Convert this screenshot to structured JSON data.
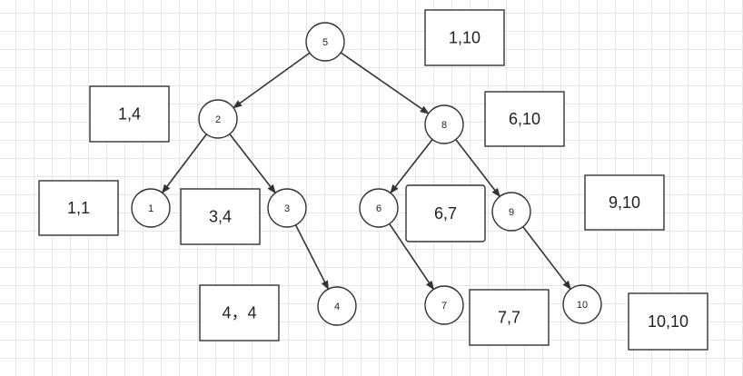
{
  "nodes": [
    {
      "id": "n5",
      "label": "5"
    },
    {
      "id": "n2",
      "label": "2"
    },
    {
      "id": "n8",
      "label": "8"
    },
    {
      "id": "n1",
      "label": "1"
    },
    {
      "id": "n3",
      "label": "3"
    },
    {
      "id": "n6",
      "label": "6"
    },
    {
      "id": "n9",
      "label": "9"
    },
    {
      "id": "n4",
      "label": "4"
    },
    {
      "id": "n7",
      "label": "7"
    },
    {
      "id": "n10",
      "label": "10"
    }
  ],
  "edges": [
    {
      "from": "n5",
      "to": "n2"
    },
    {
      "from": "n5",
      "to": "n8"
    },
    {
      "from": "n2",
      "to": "n1"
    },
    {
      "from": "n2",
      "to": "n3"
    },
    {
      "from": "n8",
      "to": "n6"
    },
    {
      "from": "n8",
      "to": "n9"
    },
    {
      "from": "n3",
      "to": "n4"
    },
    {
      "from": "n6",
      "to": "n7"
    },
    {
      "from": "n9",
      "to": "n10"
    }
  ],
  "ranges": [
    {
      "id": "r5",
      "label": "1,10"
    },
    {
      "id": "r2",
      "label": "1,4"
    },
    {
      "id": "r8",
      "label": "6,10"
    },
    {
      "id": "r1",
      "label": "1,1"
    },
    {
      "id": "r3",
      "label": "3,4"
    },
    {
      "id": "r6",
      "label": "6,7"
    },
    {
      "id": "r9",
      "label": "9,10"
    },
    {
      "id": "r4",
      "label": "4，4"
    },
    {
      "id": "r7",
      "label": "7,7"
    },
    {
      "id": "r10",
      "label": "10,10"
    }
  ]
}
